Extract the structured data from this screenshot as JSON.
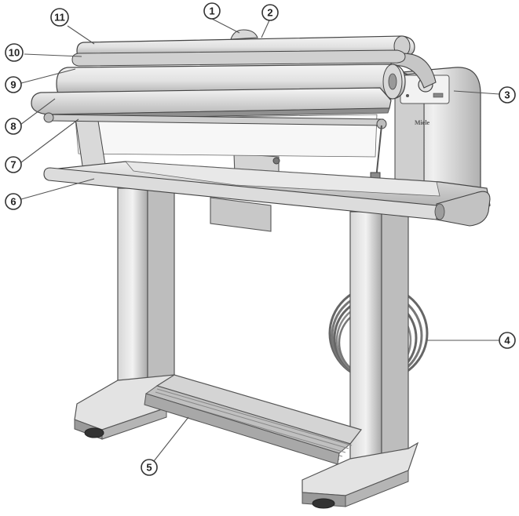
{
  "figure": {
    "brand_text": "Miele",
    "callouts": [
      "1",
      "2",
      "3",
      "4",
      "5",
      "6",
      "7",
      "8",
      "9",
      "10",
      "11"
    ]
  }
}
